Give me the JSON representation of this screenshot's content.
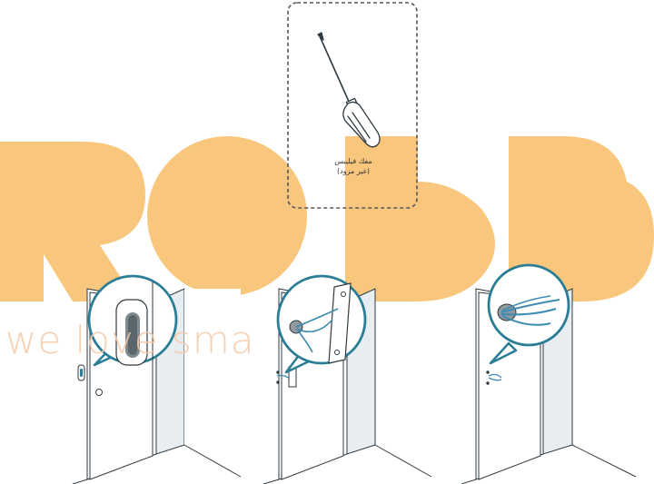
{
  "colors": {
    "watermark": "#f7b85c",
    "watermark_text": "#f6c9a7",
    "outline": "#2f3a40",
    "magnifier": "#2a7d95",
    "cable": "#3d8bb0",
    "wall_shade": "#e8edf1",
    "tool_box": "#555555"
  },
  "watermark": {
    "logo_letters": "ROBB",
    "tagline": "we love sma"
  },
  "tool": {
    "icon": "screwdriver-icon",
    "caption_line1": "مفك فيليبس",
    "caption_line2": "(غير مزود)"
  },
  "steps": [
    {
      "icon": "door-sensor-magnifier"
    },
    {
      "icon": "strike-plate-wire-magnifier"
    },
    {
      "icon": "wire-bundle-magnifier"
    }
  ]
}
